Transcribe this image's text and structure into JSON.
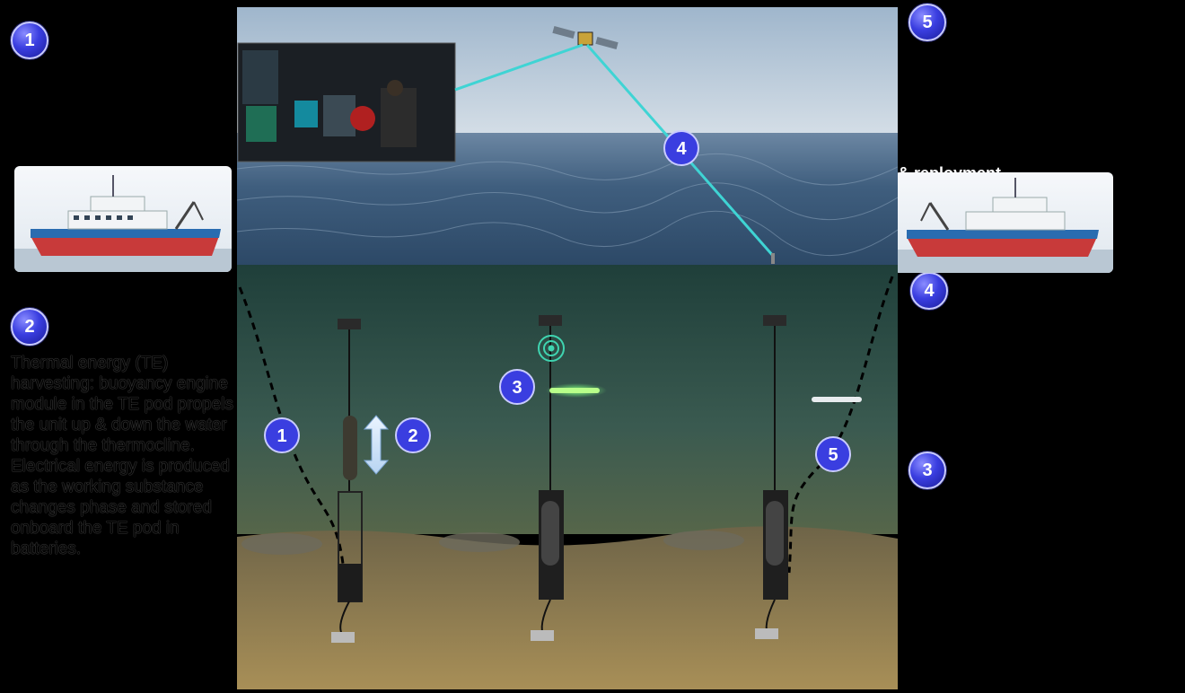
{
  "labels": {
    "n1": "1",
    "n2": "2",
    "n3": "3",
    "n4": "4",
    "n5": "5"
  },
  "left_description": "Thermal energy (TE) harvesting: buoyancy engine module in the TE pod propels the unit up & down the water through the thermocline. Electrical energy is produced as the working substance changes phase and stored onboard the TE pod in batteries.",
  "right_fragment": "& reployment.",
  "colors": {
    "badge": "#3a3ee0",
    "sky": "#c9d6e3",
    "ocean": "#3f5e7e",
    "underwater": "#2a4a40",
    "seabed": "#8a7447",
    "link": "#3fd4d4"
  }
}
